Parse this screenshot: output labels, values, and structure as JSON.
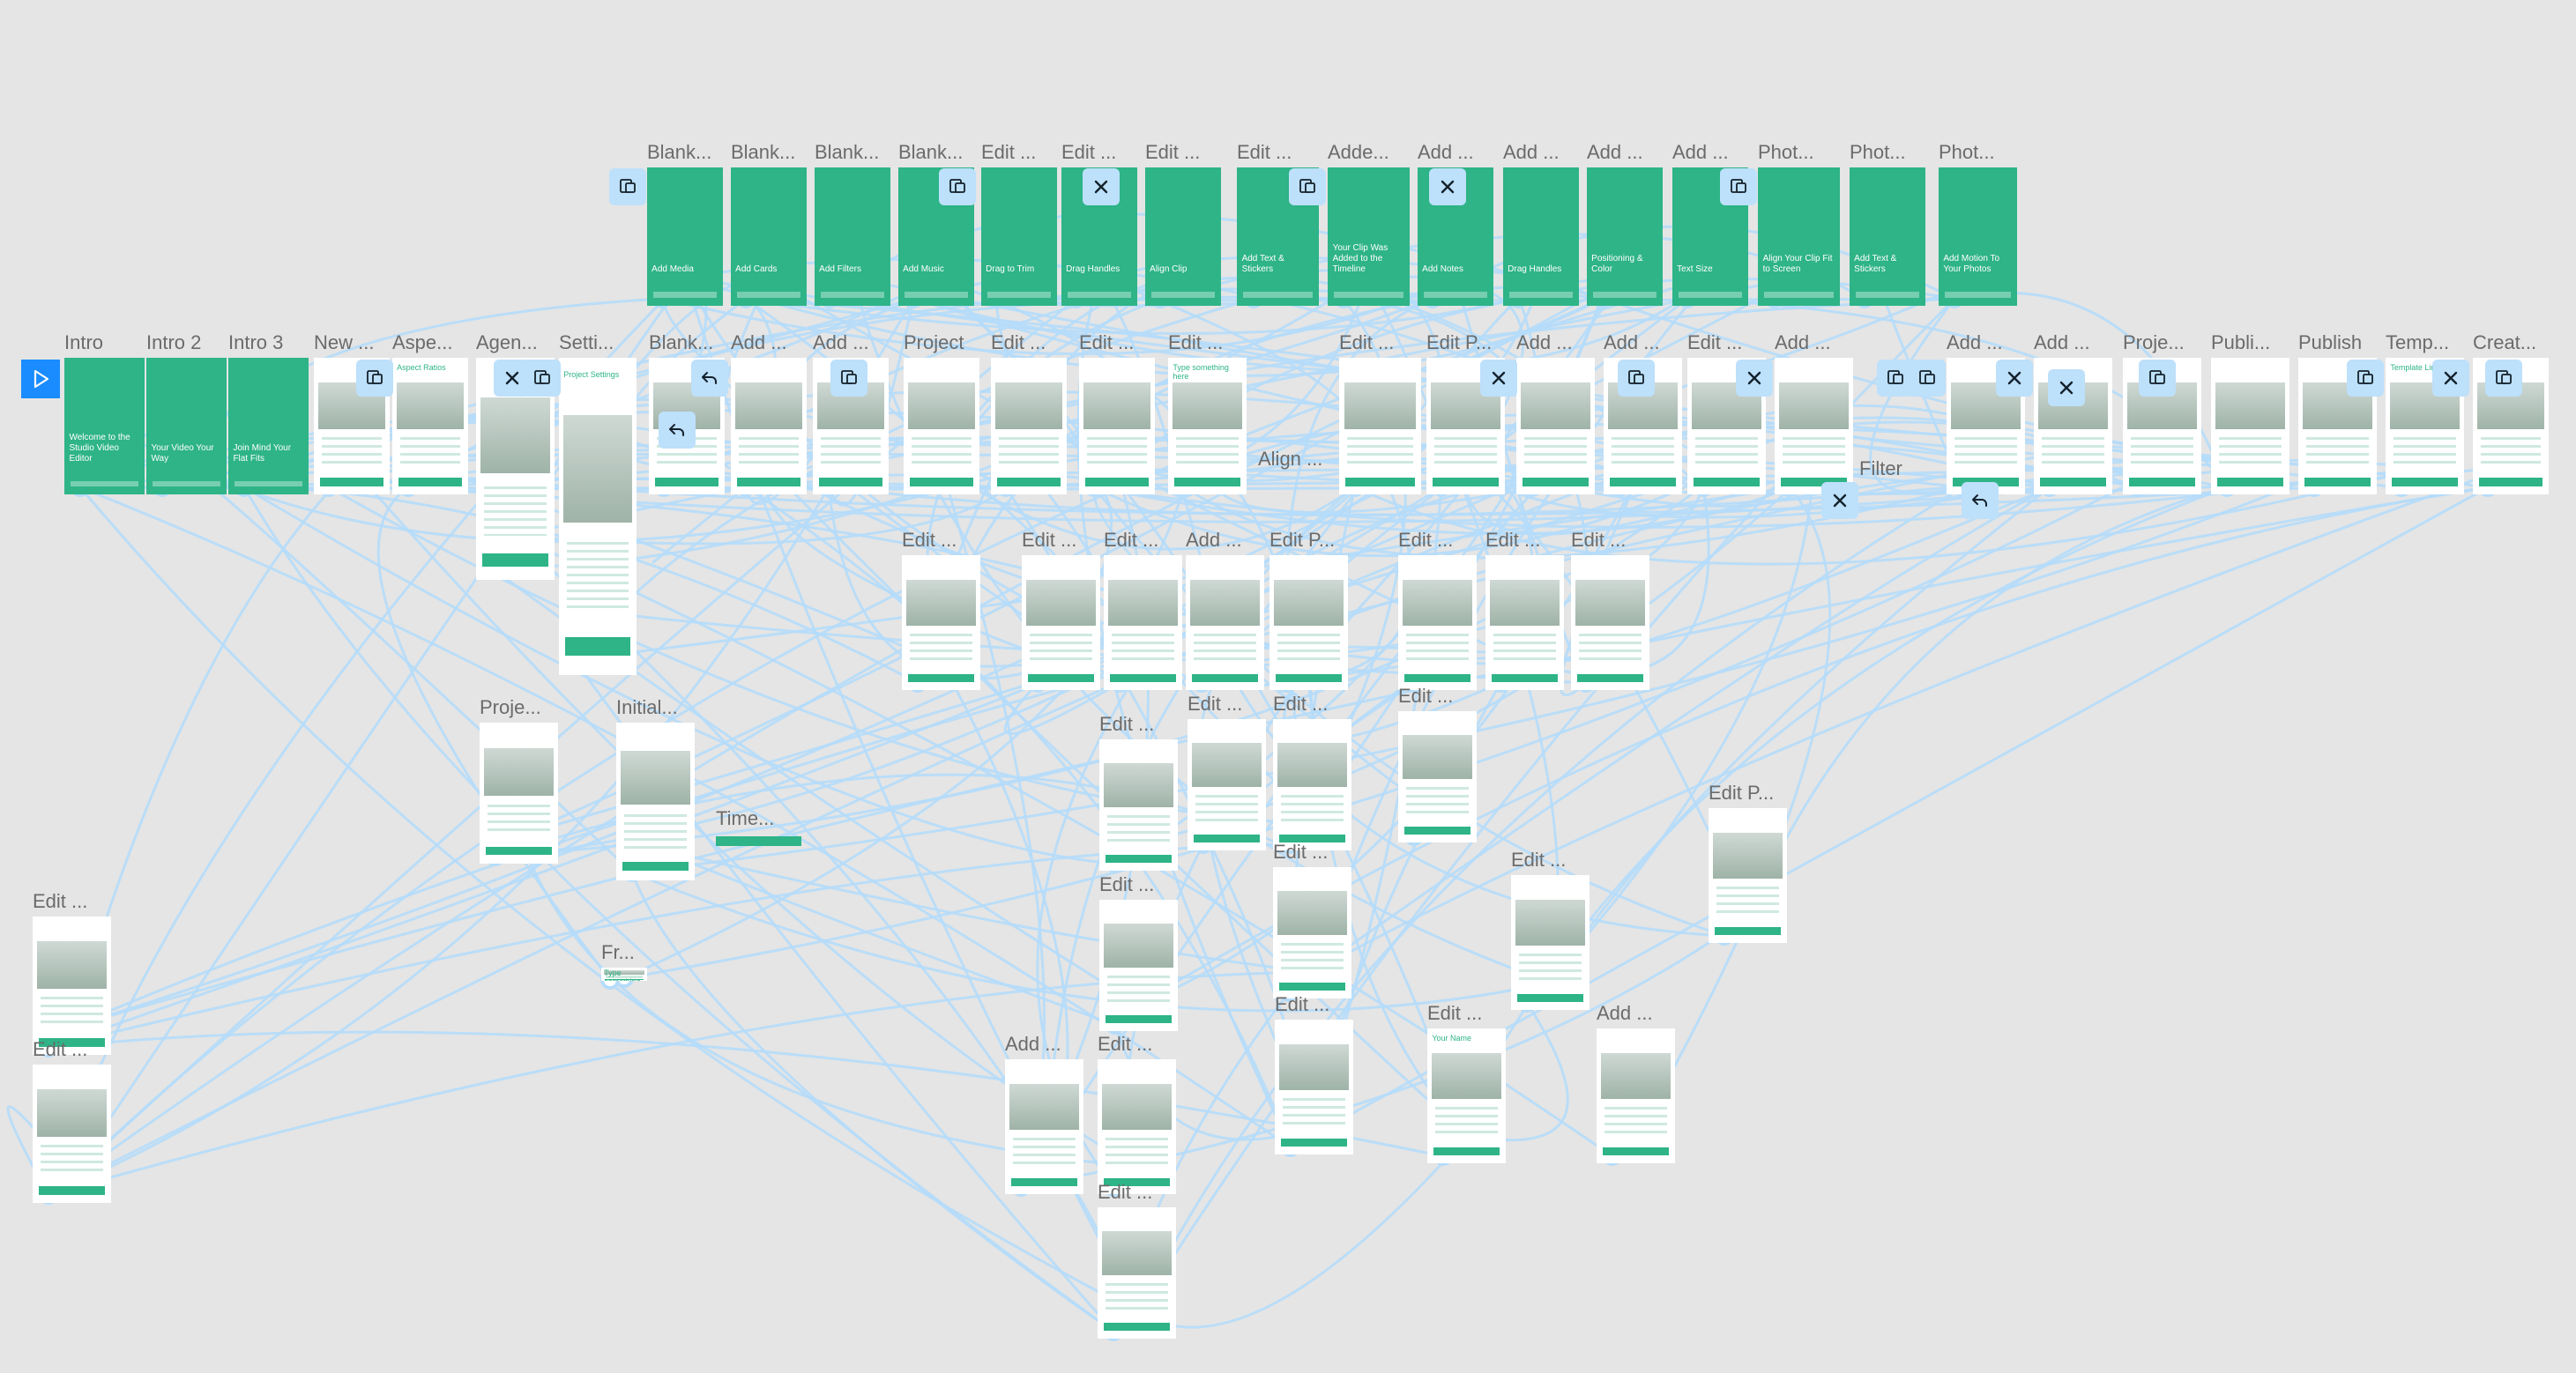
{
  "canvas": {
    "background": "#e5e5e5"
  },
  "colors": {
    "wire": "#b5dcfa",
    "accent": "#2eb486",
    "control": "#bde0fb",
    "play": "#1a8cff"
  },
  "play_button": {
    "icon": "play-icon"
  },
  "frames": [
    {
      "label": "Blank...",
      "style": "green",
      "text": "Add Media"
    },
    {
      "label": "Blank...",
      "style": "green",
      "text": "Add Cards"
    },
    {
      "label": "Blank...",
      "style": "green",
      "text": "Add Filters"
    },
    {
      "label": "Blank...",
      "style": "green",
      "text": "Add Music"
    },
    {
      "label": "Edit ...",
      "style": "green",
      "text": "Drag to Trim"
    },
    {
      "label": "Edit ...",
      "style": "green",
      "text": "Drag Handles"
    },
    {
      "label": "Edit ...",
      "style": "green",
      "text": "Align Clip"
    },
    {
      "label": "Edit ...",
      "style": "green",
      "text": "Add Text & Stickers"
    },
    {
      "label": "Adde...",
      "style": "green",
      "text": "Your Clip Was Added to the Timeline"
    },
    {
      "label": "Add ...",
      "style": "green",
      "text": "Add Notes"
    },
    {
      "label": "Add ...",
      "style": "green",
      "text": "Drag Handles"
    },
    {
      "label": "Add ...",
      "style": "green",
      "text": "Positioning & Color"
    },
    {
      "label": "Add ...",
      "style": "green",
      "text": "Text Size"
    },
    {
      "label": "Phot...",
      "style": "green",
      "text": "Align Your Clip Fit to Screen"
    },
    {
      "label": "Phot...",
      "style": "green",
      "text": "Add Text & Stickers"
    },
    {
      "label": "Phot...",
      "style": "green",
      "text": "Add Motion To Your Photos"
    },
    {
      "label": "Intro",
      "style": "green",
      "text": "Welcome to the Studio Video Editor"
    },
    {
      "label": "Intro 2",
      "style": "green",
      "text": "Your Video Your Way"
    },
    {
      "label": "Intro 3",
      "style": "green",
      "text": "Join Mind Your Flat Fits"
    },
    {
      "label": "New ...",
      "style": "white",
      "text": ""
    },
    {
      "label": "Aspe...",
      "style": "white",
      "text": "Aspect Ratios"
    },
    {
      "label": "Agen...",
      "style": "white",
      "text": ""
    },
    {
      "label": "Setti...",
      "style": "white",
      "text": "Project Settings"
    },
    {
      "label": "Blank...",
      "style": "white",
      "text": ""
    },
    {
      "label": "Add ...",
      "style": "white",
      "text": ""
    },
    {
      "label": "Add ...",
      "style": "white",
      "text": ""
    },
    {
      "label": "Project",
      "style": "white",
      "text": ""
    },
    {
      "label": "Edit ...",
      "style": "white",
      "text": ""
    },
    {
      "label": "Edit ...",
      "style": "white",
      "text": ""
    },
    {
      "label": "Edit ...",
      "style": "white",
      "text": "Type something here"
    },
    {
      "label": "Edit ...",
      "style": "white",
      "text": ""
    },
    {
      "label": "Edit P...",
      "style": "white",
      "text": ""
    },
    {
      "label": "Add ...",
      "style": "white",
      "text": ""
    },
    {
      "label": "Add ...",
      "style": "white",
      "text": ""
    },
    {
      "label": "Edit ...",
      "style": "white",
      "text": ""
    },
    {
      "label": "Add ...",
      "style": "white",
      "text": ""
    },
    {
      "label": "Add ...",
      "style": "white",
      "text": ""
    },
    {
      "label": "Add ...",
      "style": "white",
      "text": ""
    },
    {
      "label": "Proje...",
      "style": "white",
      "text": ""
    },
    {
      "label": "Publi...",
      "style": "white",
      "text": ""
    },
    {
      "label": "Publish",
      "style": "white",
      "text": ""
    },
    {
      "label": "Temp...",
      "style": "white",
      "text": "Template Link"
    },
    {
      "label": "Creat...",
      "style": "white",
      "text": ""
    },
    {
      "label": "Edit ...",
      "style": "white",
      "text": ""
    },
    {
      "label": "Edit ...",
      "style": "white",
      "text": ""
    },
    {
      "label": "Edit ...",
      "style": "white",
      "text": ""
    },
    {
      "label": "Add ...",
      "style": "white",
      "text": ""
    },
    {
      "label": "Edit P...",
      "style": "white",
      "text": ""
    },
    {
      "label": "Edit ...",
      "style": "white",
      "text": ""
    },
    {
      "label": "Edit ...",
      "style": "white",
      "text": ""
    },
    {
      "label": "Edit ...",
      "style": "white",
      "text": ""
    },
    {
      "label": "Proje...",
      "style": "white",
      "text": ""
    },
    {
      "label": "Initial...",
      "style": "white",
      "text": ""
    },
    {
      "label": "Edit ...",
      "style": "white",
      "text": ""
    },
    {
      "label": "Edit ...",
      "style": "white",
      "text": ""
    },
    {
      "label": "Edit ...",
      "style": "white",
      "text": ""
    },
    {
      "label": "Edit ...",
      "style": "white",
      "text": ""
    },
    {
      "label": "Edit ...",
      "style": "white",
      "text": ""
    },
    {
      "label": "Edit ...",
      "style": "white",
      "text": ""
    },
    {
      "label": "Edit ...",
      "style": "white",
      "text": ""
    },
    {
      "label": "Edit P...",
      "style": "white",
      "text": ""
    },
    {
      "label": "Edit ...",
      "style": "white",
      "text": ""
    },
    {
      "label": "Edit ...",
      "style": "white",
      "text": "Your Name"
    },
    {
      "label": "Add ...",
      "style": "white",
      "text": ""
    },
    {
      "label": "Add ...",
      "style": "white",
      "text": ""
    },
    {
      "label": "Edit ...",
      "style": "white",
      "text": ""
    },
    {
      "label": "Edit ...",
      "style": "white",
      "text": ""
    },
    {
      "label": "Edit ...",
      "style": "white",
      "text": ""
    },
    {
      "label": "Edit ...",
      "style": "white",
      "text": ""
    },
    {
      "label": "Fr...",
      "style": "white",
      "text": "Type something"
    }
  ],
  "loose_labels": [
    "Align ...",
    "Filter",
    "Time..."
  ],
  "overlay_buttons": [
    {
      "icon": "swap-icon"
    },
    {
      "icon": "swap-icon"
    },
    {
      "icon": "close-icon"
    },
    {
      "icon": "swap-icon"
    },
    {
      "icon": "close-icon"
    },
    {
      "icon": "swap-icon"
    },
    {
      "icon": "swap-icon"
    },
    {
      "icon": "close-icon"
    },
    {
      "icon": "swap-icon"
    },
    {
      "icon": "back-icon"
    },
    {
      "icon": "swap-icon"
    },
    {
      "icon": "close-icon"
    },
    {
      "icon": "swap-icon"
    },
    {
      "icon": "close-icon"
    },
    {
      "icon": "swap-icon"
    },
    {
      "icon": "swap-icon"
    },
    {
      "icon": "close-icon"
    },
    {
      "icon": "close-icon"
    },
    {
      "icon": "swap-icon"
    },
    {
      "icon": "swap-icon"
    },
    {
      "icon": "close-icon"
    },
    {
      "icon": "swap-icon"
    },
    {
      "icon": "close-icon"
    },
    {
      "icon": "back-icon"
    },
    {
      "icon": "back-icon"
    }
  ]
}
